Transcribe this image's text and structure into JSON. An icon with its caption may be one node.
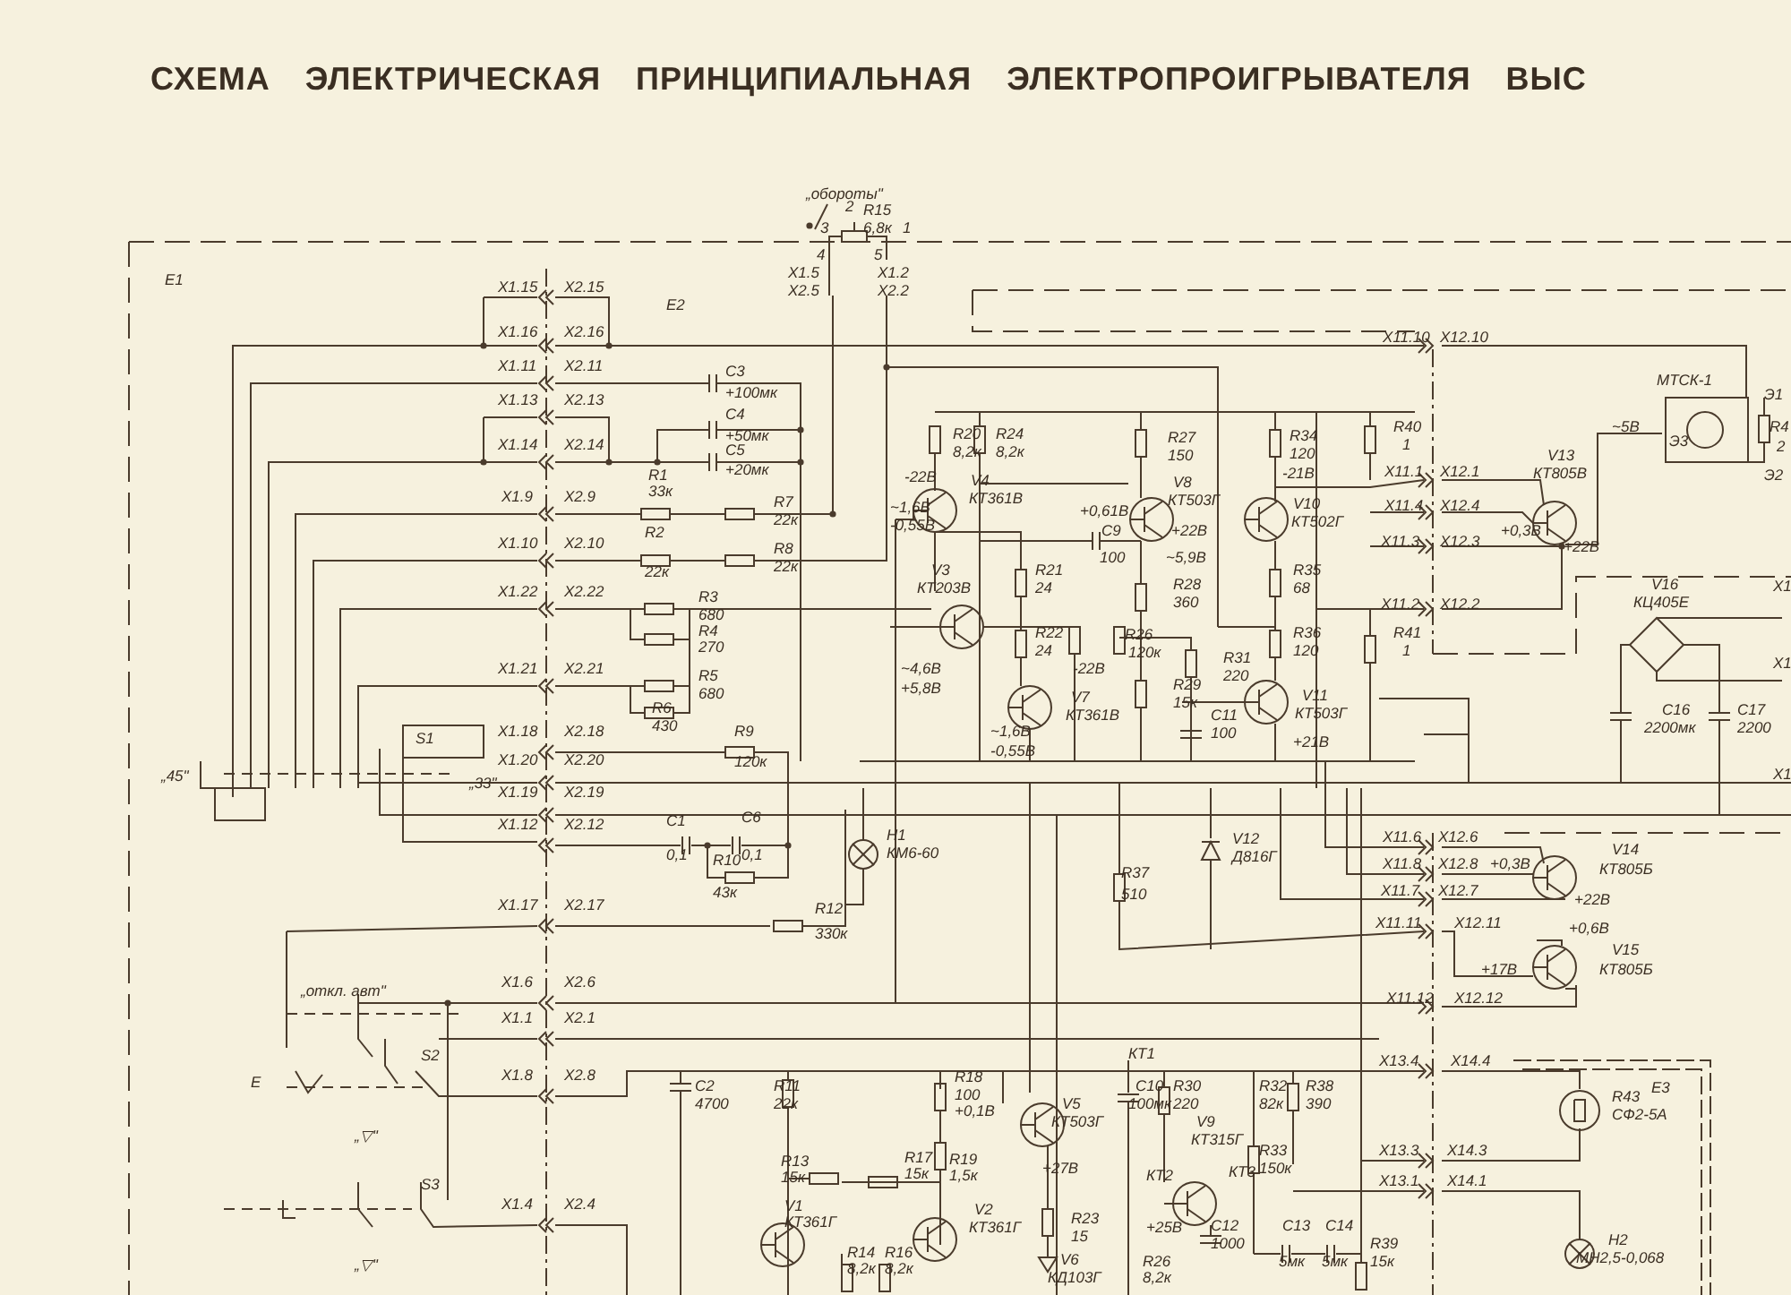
{
  "diagram": {
    "title": "СХЕМА ЭЛЕКТРИЧЕСКАЯ ПРИНЦИПИАЛЬНАЯ ЭЛЕКТРОПРОИГРЫВАТЕЛЯ ВЫС",
    "labels": [
      "„обороты\"",
      "2",
      "R15",
      "3",
      "6,8к",
      "1",
      "4",
      "5",
      "X1.5",
      "X2.5",
      "X1.2",
      "X2.2",
      "E1",
      "E2",
      "X1.15",
      "X2.15",
      "X1.16",
      "X2.16",
      "X1.11",
      "X2.11",
      "X1.13",
      "X2.13",
      "X1.14",
      "X2.14",
      "X1.9",
      "X2.9",
      "X1.10",
      "X2.10",
      "X1.22",
      "X2.22",
      "X1.21",
      "X2.21",
      "X1.18",
      "X2.18",
      "X1.20",
      "X2.20",
      "X1.19",
      "X2.19",
      "X1.12",
      "X2.12",
      "X1.17",
      "X2.17",
      "X1.6",
      "X2.6",
      "X1.1",
      "X2.1",
      "X1.8",
      "X2.8",
      "X1.4",
      "X2.4",
      "C3",
      "+100мк",
      "C4",
      "+50мк",
      "C5",
      "+20мк",
      "R1",
      "33к",
      "R7",
      "22к",
      "R2",
      "22к",
      "R8",
      "22к",
      "R3",
      "680",
      "R4",
      "270",
      "R5",
      "680",
      "R6",
      "430",
      "R9",
      "120к",
      "S1",
      "„33\"",
      "„45\"",
      "C1",
      "0,1",
      "C6",
      "0,1",
      "R10",
      "43к",
      "R12",
      "330к",
      "H1",
      "КМ6-60",
      "„откл. авт\"",
      "S2",
      "E",
      "S3",
      "„▽\"",
      "„▽\"",
      "C2",
      "4700",
      "R11",
      "22к",
      "R13",
      "15к",
      "V1",
      "КТ361Г",
      "R14",
      "8,2к",
      "R16",
      "8,2к",
      "R17",
      "15к",
      "R19",
      "1,5к",
      "R18",
      "100",
      "+0,1В",
      "V5",
      "КТ503Г",
      "+27В",
      "V2",
      "КТ361Г",
      "R23",
      "15",
      "V6",
      "КД103Г",
      "R20",
      "8,2к",
      "R24",
      "8,2к",
      "-22В",
      "V4",
      "КТ361В",
      "~1,6В",
      "-0,55В",
      "V3",
      "КТ203В",
      "~4,6В",
      "+5,8В",
      "R21",
      "24",
      "R22",
      "24",
      "-22В",
      "V7",
      "КТ361В",
      "~1,6В",
      "-0,55В",
      "R27",
      "150",
      "V8",
      "КТ503Г",
      "+0,61В",
      "C9",
      "+22В",
      "100",
      "~5,9В",
      "R28",
      "360",
      "R26",
      "120к",
      "R31",
      "220",
      "R29",
      "15к",
      "C11",
      "100",
      "R34",
      "120",
      "-21В",
      "V10",
      "КТ502Г",
      "R35",
      "68",
      "R36",
      "120",
      "V11",
      "КТ503Г",
      "+21В",
      "R40",
      "1",
      "R41",
      "1",
      "X11.10",
      "X12.10",
      "X11.1",
      "X12.1",
      "X11.4",
      "X12.4",
      "X11.3",
      "X12.3",
      "X11.2",
      "X12.2",
      "V13",
      "КТ805В",
      "+0,3В",
      "+22В",
      "~5В",
      "МТСК-1",
      "Э1",
      "Э3",
      "Э2",
      "R4",
      "2",
      "V16",
      "КЦ405Е",
      "C16",
      "2200мк",
      "C17",
      "2200",
      "X1",
      "X1",
      "X1",
      "V12",
      "Д816Г",
      "R37",
      "510",
      "X11.6",
      "X12.6",
      "X11.8",
      "X12.8",
      "+0,3В",
      "V14",
      "КТ805Б",
      "X11.7",
      "X12.7",
      "+22В",
      "X11.11",
      "X12.11",
      "+0,6В",
      "+17В",
      "V15",
      "КТ805Б",
      "X11.12",
      "X12.12",
      "КТ1",
      "C10",
      "100мк",
      "R30",
      "220",
      "V9",
      "КТ315Г",
      "КТ2",
      "КТ3",
      "+25В",
      "C12",
      "1000",
      "R32",
      "82к",
      "R38",
      "390",
      "R33",
      "150к",
      "R26",
      "8,2к",
      "C13",
      "5мк",
      "C14",
      "5мк",
      "R39",
      "15к",
      "X13.4",
      "X14.4",
      "X13.3",
      "X14.3",
      "X13.1",
      "X14.1",
      "E3",
      "R43",
      "СФ2-5А",
      "H2",
      "МН2,5-0,068"
    ]
  }
}
